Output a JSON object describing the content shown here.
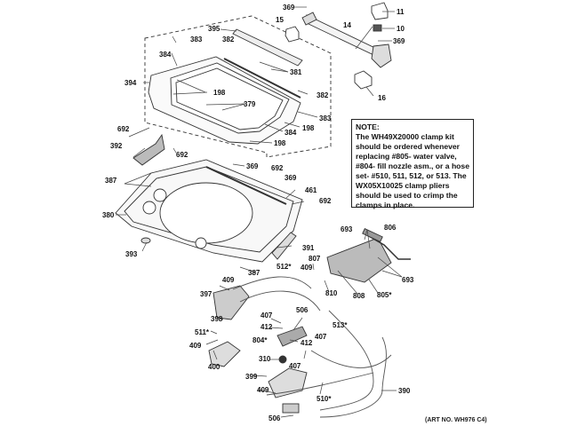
{
  "diagram": {
    "title": "Washer top panel, lid and water valve parts diagram",
    "note": {
      "heading": "NOTE:",
      "body": "The WH49X20000 clamp kit should be ordered whenever replacing #805- water valve, #804- fill nozzle asm., or a hose set- #510, 511, 512, or 513. The WX05X10025 clamp pliers should be used to crimp the clamps in place."
    },
    "art_number": "(ART NO. WH976 C4)",
    "labels": [
      {
        "id": "l-369a",
        "text": "369"
      },
      {
        "id": "l-11",
        "text": "11"
      },
      {
        "id": "l-15",
        "text": "15"
      },
      {
        "id": "l-14",
        "text": "14"
      },
      {
        "id": "l-10",
        "text": "10"
      },
      {
        "id": "l-395",
        "text": "395"
      },
      {
        "id": "l-369b",
        "text": "369"
      },
      {
        "id": "l-383a",
        "text": "383"
      },
      {
        "id": "l-382a",
        "text": "382"
      },
      {
        "id": "l-384a",
        "text": "384"
      },
      {
        "id": "l-381",
        "text": "381"
      },
      {
        "id": "l-16",
        "text": "16"
      },
      {
        "id": "l-394",
        "text": "394"
      },
      {
        "id": "l-198a",
        "text": "198"
      },
      {
        "id": "l-382b",
        "text": "382"
      },
      {
        "id": "l-379",
        "text": "379"
      },
      {
        "id": "l-383b",
        "text": "383"
      },
      {
        "id": "l-198b",
        "text": "198"
      },
      {
        "id": "l-384b",
        "text": "384"
      },
      {
        "id": "l-198c",
        "text": "198"
      },
      {
        "id": "l-692a",
        "text": "692"
      },
      {
        "id": "l-392",
        "text": "392"
      },
      {
        "id": "l-692b",
        "text": "692"
      },
      {
        "id": "l-369c",
        "text": "369"
      },
      {
        "id": "l-692c",
        "text": "692"
      },
      {
        "id": "l-369d",
        "text": "369"
      },
      {
        "id": "l-387a",
        "text": "387"
      },
      {
        "id": "l-461",
        "text": "461"
      },
      {
        "id": "l-692d",
        "text": "692"
      },
      {
        "id": "l-380",
        "text": "380"
      },
      {
        "id": "l-693a",
        "text": "693"
      },
      {
        "id": "l-806",
        "text": "806"
      },
      {
        "id": "l-391",
        "text": "391"
      },
      {
        "id": "l-393",
        "text": "393"
      },
      {
        "id": "l-807",
        "text": "807"
      },
      {
        "id": "l-512",
        "text": "512*"
      },
      {
        "id": "l-409a",
        "text": "409"
      },
      {
        "id": "l-387b",
        "text": "387"
      },
      {
        "id": "l-693b",
        "text": "693"
      },
      {
        "id": "l-409b",
        "text": "409"
      },
      {
        "id": "l-810",
        "text": "810"
      },
      {
        "id": "l-808",
        "text": "808"
      },
      {
        "id": "l-805",
        "text": "805*"
      },
      {
        "id": "l-397",
        "text": "397"
      },
      {
        "id": "l-407a",
        "text": "407"
      },
      {
        "id": "l-506a",
        "text": "506"
      },
      {
        "id": "l-398",
        "text": "398"
      },
      {
        "id": "l-412a",
        "text": "412"
      },
      {
        "id": "l-513",
        "text": "513*"
      },
      {
        "id": "l-511",
        "text": "511*"
      },
      {
        "id": "l-407b",
        "text": "407"
      },
      {
        "id": "l-804",
        "text": "804*"
      },
      {
        "id": "l-412b",
        "text": "412"
      },
      {
        "id": "l-409c",
        "text": "409"
      },
      {
        "id": "l-400",
        "text": "400"
      },
      {
        "id": "l-310",
        "text": "310"
      },
      {
        "id": "l-407c",
        "text": "407"
      },
      {
        "id": "l-399",
        "text": "399"
      },
      {
        "id": "l-409d",
        "text": "409"
      },
      {
        "id": "l-390",
        "text": "390"
      },
      {
        "id": "l-510",
        "text": "510*"
      },
      {
        "id": "l-506b",
        "text": "506"
      }
    ]
  }
}
